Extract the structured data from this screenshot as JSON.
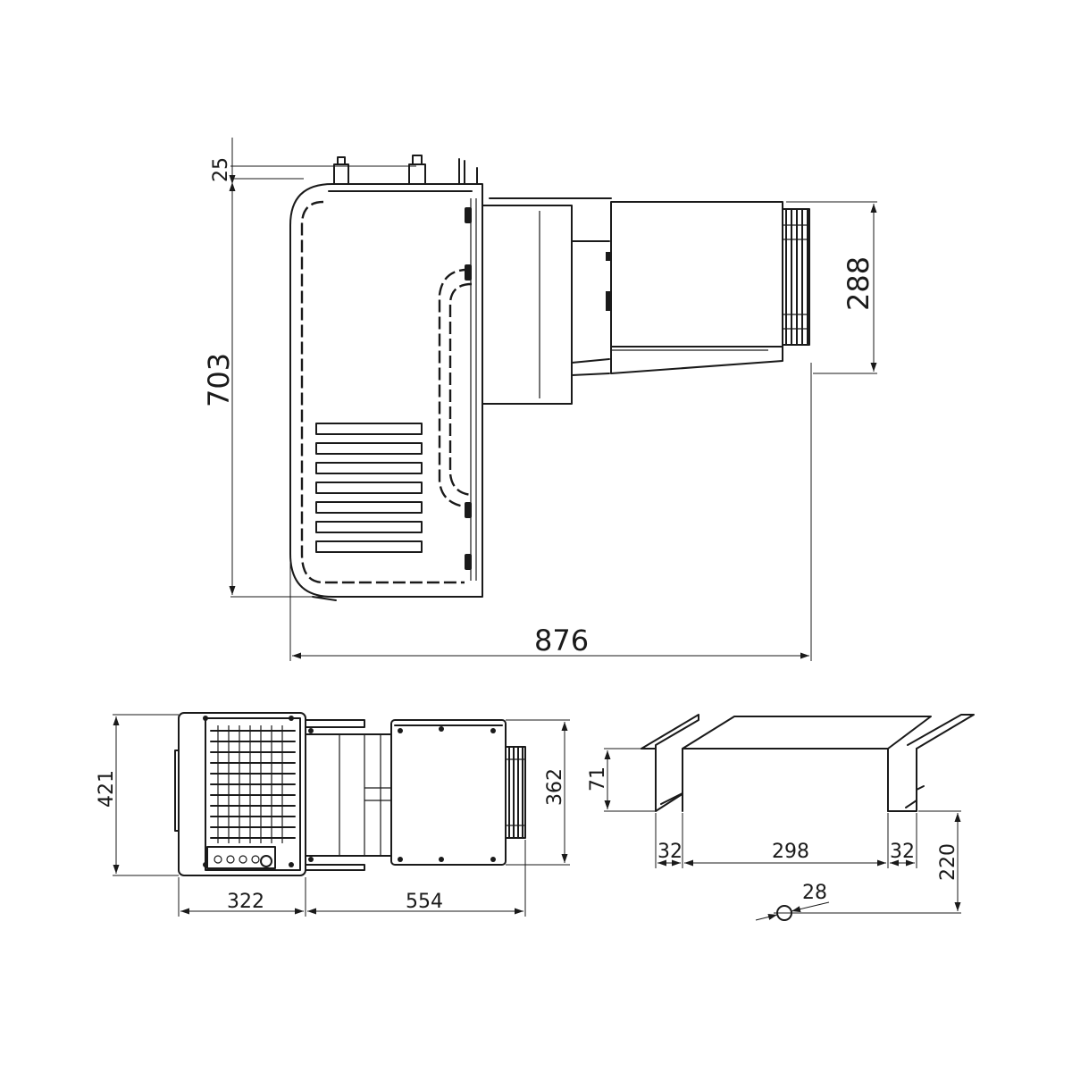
{
  "dimensions": {
    "side_view": {
      "top_offset": "25",
      "height": "703",
      "evaporator_height": "288",
      "overall_width": "876"
    },
    "top_view": {
      "depth": "421",
      "evaporator_depth": "362",
      "condensing_unit_width": "322",
      "evaporator_width": "554"
    },
    "wall_opening": {
      "frame_height": "71",
      "flange_left": "32",
      "opening_width": "298",
      "flange_right": "32",
      "wall_thickness": "220",
      "hole_diameter": "28"
    }
  }
}
